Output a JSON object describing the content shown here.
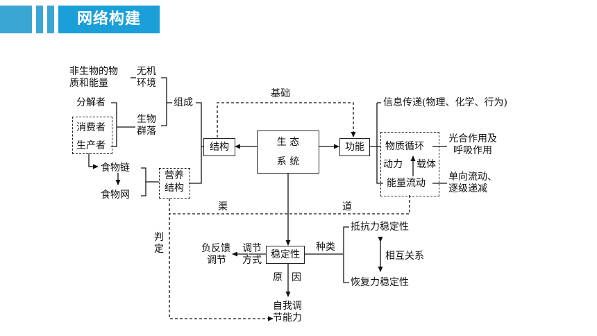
{
  "header": {
    "title": "网络构建"
  },
  "diagram": {
    "abiotic_l1": "非生物的物",
    "abiotic_l2": "质和能量",
    "inorganic_l1": "无机",
    "inorganic_l2": "环境",
    "decomposer": "分解者",
    "consumer": "消费者",
    "producer": "生产者",
    "biotic_l1": "生物",
    "biotic_l2": "群落",
    "composition": "组成",
    "foundation": "基础",
    "food_chain": "食物链",
    "food_web": "食物网",
    "trophic_l1": "营养",
    "trophic_l2": "结构",
    "structure": "结构",
    "ecosystem_l1": "生  态",
    "ecosystem_l2": "系  统",
    "function": "功能",
    "info_transfer": "信息传递(物理、化学、行为)",
    "material_cycle": "物质循环",
    "motive": "动力",
    "carrier": "载体",
    "energy_flow": "能量流动",
    "photosynthesis_l1": "光合作用及",
    "photosynthesis_l2": "呼吸作用",
    "unidirectional_l1": "单向流动、",
    "unidirectional_l2": "逐级递减",
    "channel_1": "渠",
    "channel_2": "道",
    "judge_1": "判",
    "judge_2": "定",
    "neg_feedback_l1": "负反馈",
    "neg_feedback_l2": "调节",
    "reg_mode_l1": "调节",
    "reg_mode_l2": "方式",
    "stability": "稳定性",
    "types": "种类",
    "resistance": "抵抗力稳定性",
    "mutual": "相互关系",
    "resilience": "恢复力稳定性",
    "cause_1": "原",
    "cause_2": "因",
    "self_reg_l1": "自我调",
    "self_reg_l2": "节能力"
  }
}
